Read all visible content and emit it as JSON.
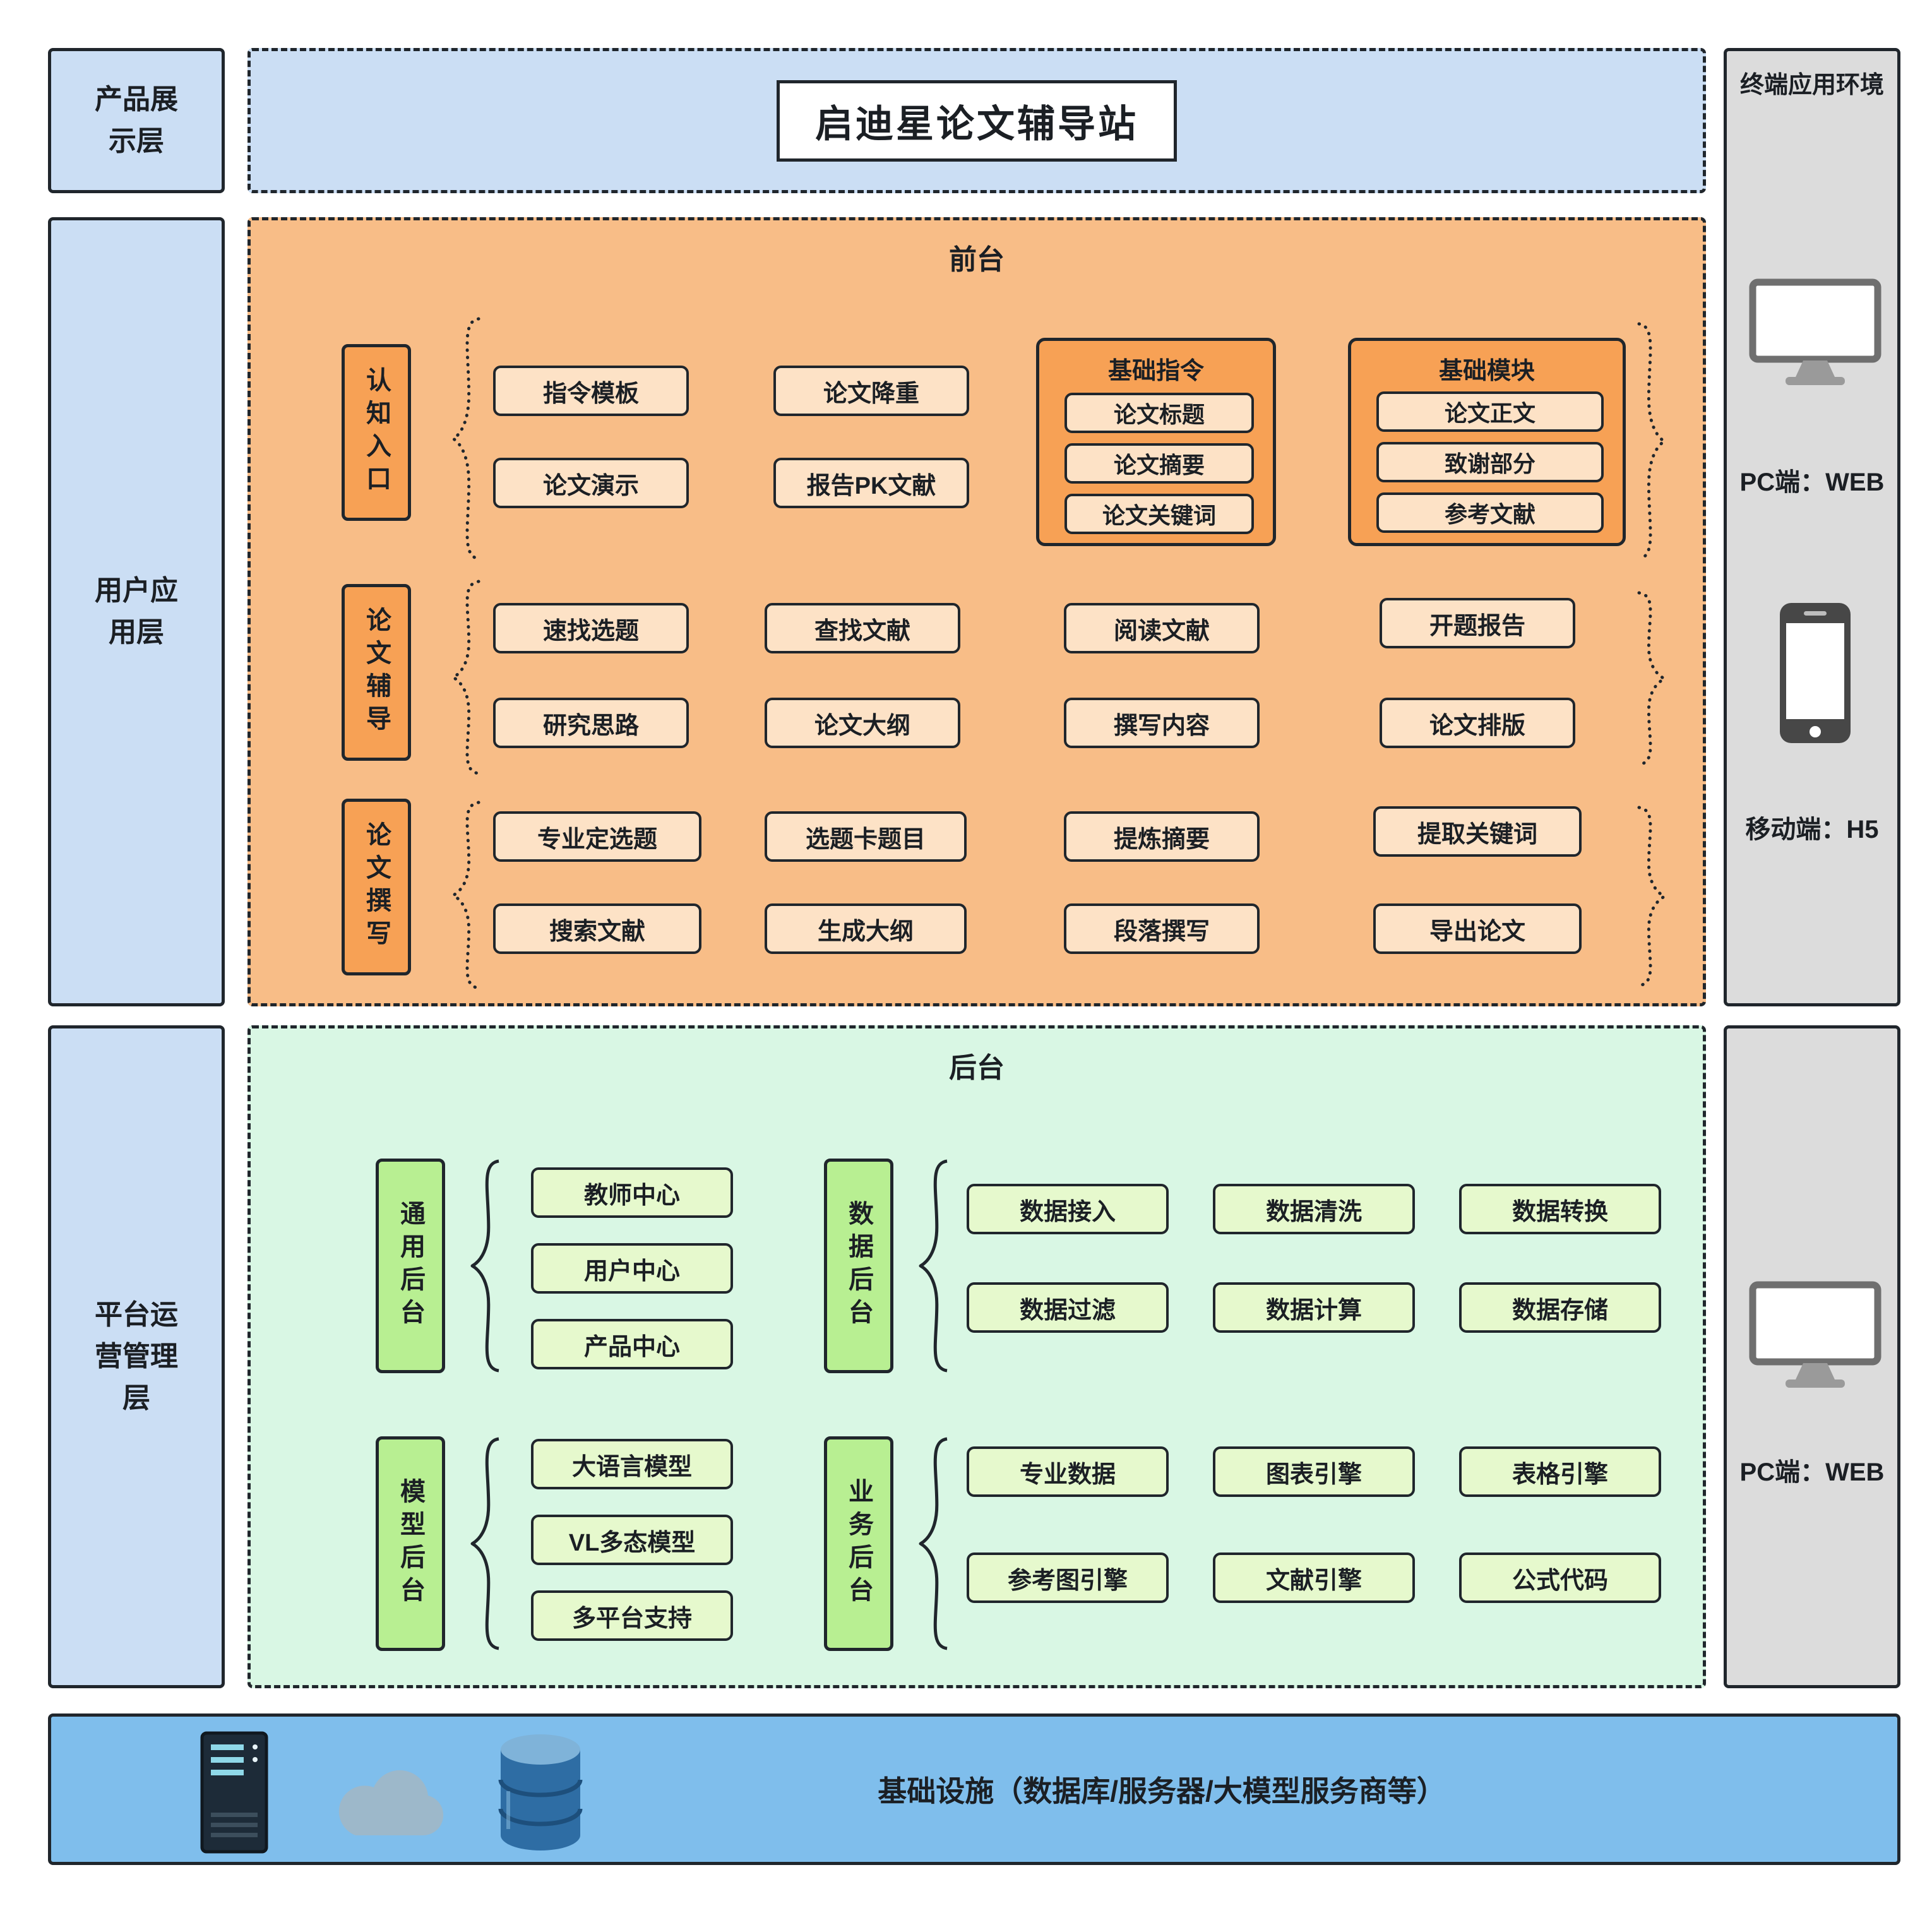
{
  "title": "启迪星论文辅导站",
  "left_layers": [
    {
      "label": "产品展示层"
    },
    {
      "label": "用户应用层"
    },
    {
      "label": "平台运营管理层"
    }
  ],
  "frontend": {
    "title": "前台",
    "row1": {
      "label": "认知入口",
      "col1": [
        "指令模板",
        "论文演示"
      ],
      "col2": [
        "论文降重",
        "报告PK文献"
      ],
      "group1": {
        "title": "基础指令",
        "items": [
          "论文标题",
          "论文摘要",
          "论文关键词"
        ]
      },
      "group2": {
        "title": "基础模块",
        "items": [
          "论文正文",
          "致谢部分",
          "参考文献"
        ]
      }
    },
    "row2": {
      "label": "论文辅导",
      "cols": [
        [
          "速找选题",
          "研究思路"
        ],
        [
          "查找文献",
          "论文大纲"
        ],
        [
          "阅读文献",
          "撰写内容"
        ],
        [
          "开题报告",
          "论文排版"
        ]
      ]
    },
    "row3": {
      "label": "论文撰写",
      "cols": [
        [
          "专业定选题",
          "搜索文献"
        ],
        [
          "选题卡题目",
          "生成大纲"
        ],
        [
          "提炼摘要",
          "段落撰写"
        ],
        [
          "提取关键词",
          "导出论文"
        ]
      ]
    }
  },
  "backend": {
    "title": "后台",
    "general": {
      "label": "通用后台",
      "items": [
        "教师中心",
        "用户中心",
        "产品中心"
      ]
    },
    "data": {
      "label": "数据后台",
      "rows": [
        [
          "数据接入",
          "数据清洗",
          "数据转换"
        ],
        [
          "数据过滤",
          "数据计算",
          "数据存储"
        ]
      ]
    },
    "model": {
      "label": "模型后台",
      "items": [
        "大语言模型",
        "VL多态模型",
        "多平台支持"
      ]
    },
    "business": {
      "label": "业务后台",
      "rows": [
        [
          "专业数据",
          "图表引擎",
          "表格引擎"
        ],
        [
          "参考图引擎",
          "文献引擎",
          "公式代码"
        ]
      ]
    }
  },
  "terminal": {
    "title": "终端应用环境",
    "pc_web": "PC端：WEB",
    "mobile_h5": "移动端：H5",
    "pc_web2": "PC端：WEB"
  },
  "infrastructure": {
    "label": "基础设施（数据库/服务器/大模型服务商等）"
  },
  "colors": {
    "layer_blue": "#cbdef4",
    "frontend_bg": "#f8bd87",
    "frontend_item": "#fde2c6",
    "frontend_accent": "#f7a155",
    "backend_bg": "#d9f7e4",
    "backend_label": "#b8ef92",
    "backend_item": "#e6f9cd",
    "terminal_gray": "#dcdcdc",
    "infra_blue": "#7fbeec",
    "border_dark": "#20262c"
  }
}
